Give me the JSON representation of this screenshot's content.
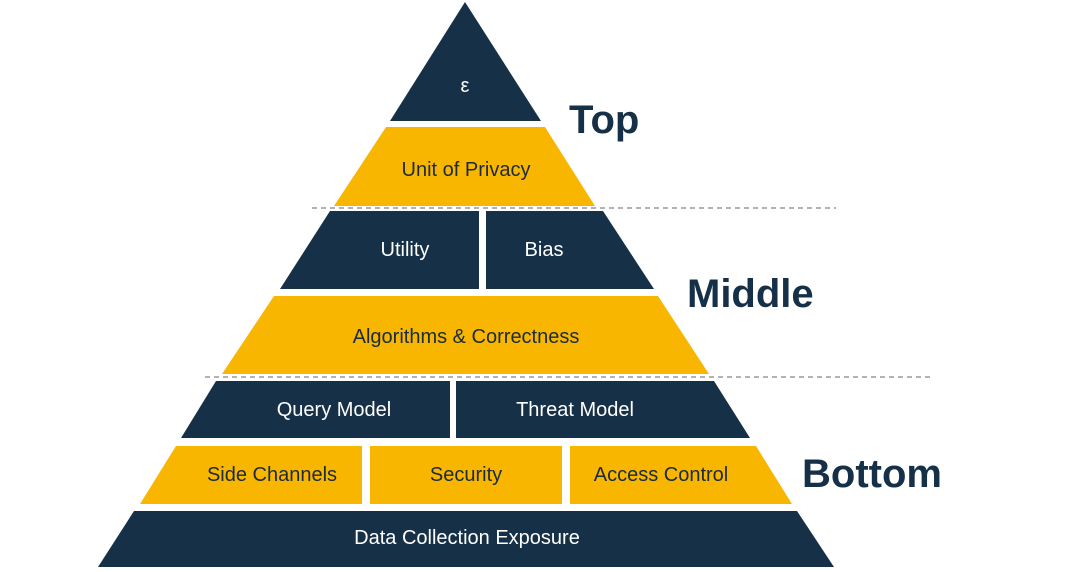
{
  "colors": {
    "navy": "#163048",
    "gold": "#f8b600",
    "text_dark": "#1b2b3a",
    "divider": "#9a9a9a"
  },
  "pyramid": {
    "epsilon": "ε",
    "unit_of_privacy": "Unit of Privacy",
    "utility": "Utility",
    "bias": "Bias",
    "algorithms": "Algorithms & Correctness",
    "query_model": "Query Model",
    "threat_model": "Threat Model",
    "side_channels": "Side Channels",
    "security": "Security",
    "access_control": "Access Control",
    "data_collection": "Data Collection Exposure"
  },
  "levels": {
    "top": "Top",
    "middle": "Middle",
    "bottom": "Bottom"
  }
}
